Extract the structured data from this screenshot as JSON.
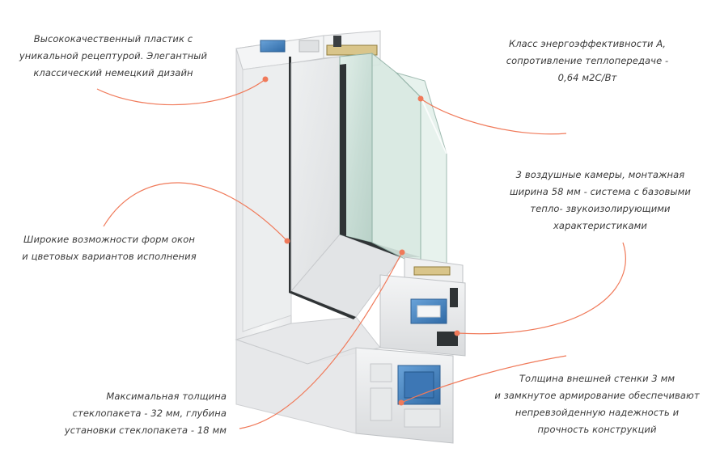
{
  "colors": {
    "accent": "#f07a5a",
    "pvc": "#f1f2f3",
    "glass": "#cfe3dc",
    "seal": "#2f3335",
    "steel": "#9aa0a4",
    "chamber_blue": "#4a86c4"
  },
  "annotations": {
    "top_left": {
      "lines": [
        "Высококачественный пластик с",
        "уникальной рецептурой. Элегантный",
        "классический немецкий дизайн"
      ]
    },
    "mid_left": {
      "lines": [
        "Широкие возможности форм окон",
        "и цветовых вариантов исполнения"
      ]
    },
    "bottom_left": {
      "lines": [
        "Максимальная толщина",
        "стеклопакета - 32 мм, глубина",
        "установки стеклопакета - 18 мм"
      ]
    },
    "top_right": {
      "lines": [
        "Класс энергоэффективности А,",
        "сопротивление теплопередаче -",
        "0,64 м2С/Вт"
      ]
    },
    "mid_right": {
      "lines": [
        "3 воздушные камеры, монтажная",
        "ширина 58 мм - система с базовыми",
        "тепло- звукоизолирующими",
        "характеристиками"
      ]
    },
    "bottom_right": {
      "lines": [
        "Толщина внешней стенки 3 мм",
        "и замкнутое армирование обеспечивают",
        "непревзойденную надежность и",
        "прочность конструкций"
      ]
    }
  }
}
